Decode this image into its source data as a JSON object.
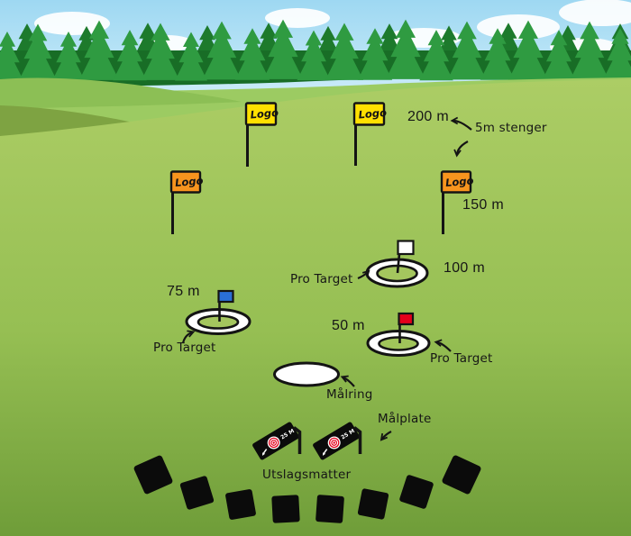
{
  "diagram": {
    "labels": {
      "logo": "Logo",
      "distance_200": "200 m",
      "stenger_note": "5m stenger",
      "distance_150": "150 m",
      "distance_100": "100 m",
      "distance_75": "75 m",
      "distance_50": "50 m",
      "pro_target": "Pro Target",
      "maalring": "Målring",
      "maalplate": "Målplate",
      "utslagsmatter": "Utslagsmatter",
      "plate_distance": "25 M"
    },
    "colors": {
      "sky_top": "#9ED8F2",
      "sky_bottom": "#D8F1FB",
      "cloud": "#FFFFFF",
      "tree_front": "#2F9B41",
      "tree_back": "#1D7A2C",
      "tree_base": "#186D26",
      "far_field": "#9CCB62",
      "left_hill": "#8CBF55",
      "hill_shadow": "#7EA342",
      "field_top": "#ACCD65",
      "field_bottom": "#6F9D39",
      "flag_yellow": "#FFE000",
      "flag_orange": "#F7941E",
      "flag_blue": "#2A6FD6",
      "flag_red": "#E3001B",
      "ring_white": "#FFFFFF",
      "mat_black": "#0B0B0B",
      "bullseye_red": "#E3001B"
    }
  }
}
